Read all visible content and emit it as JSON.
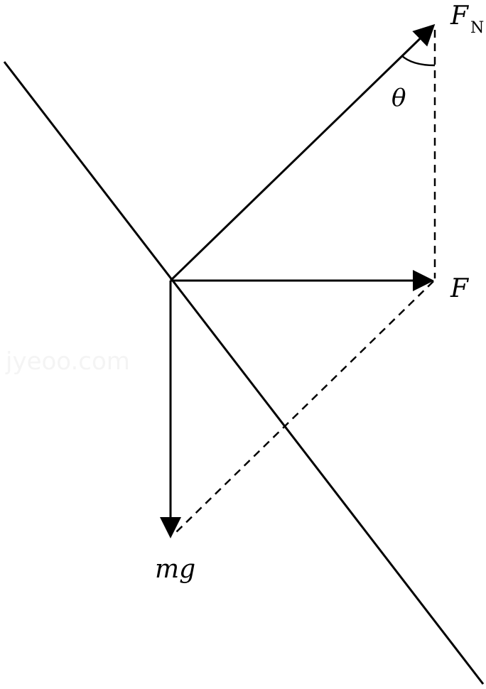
{
  "labels": {
    "normal_force": "F",
    "normal_force_subscript": "N",
    "angle": "θ",
    "resultant_force": "F",
    "weight": "mg"
  },
  "watermark": "jyeoo.com",
  "colors": {
    "stroke": "#000000",
    "background": "#ffffff"
  }
}
